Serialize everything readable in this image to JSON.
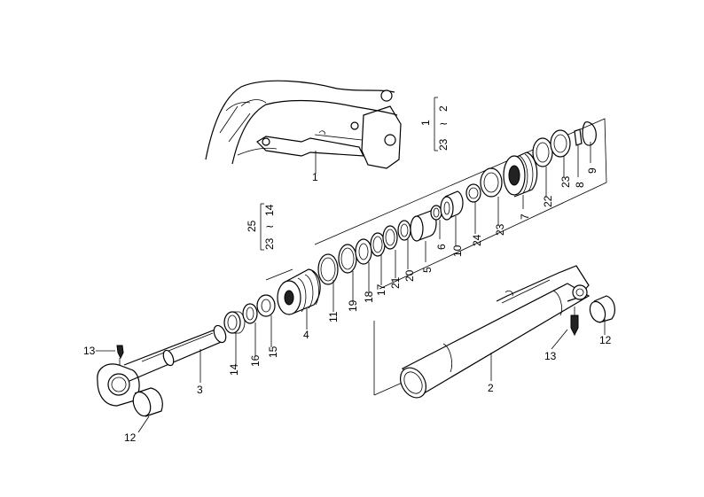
{
  "labels": {
    "p1": "1",
    "p2": "2",
    "p3": "3",
    "p4": "4",
    "p5": "5",
    "p6": "6",
    "p7": "7",
    "p8": "8",
    "p9": "9",
    "p10": "10",
    "p11": "11",
    "p12a": "12",
    "p12b": "12",
    "p13a": "13",
    "p13b": "13",
    "p14": "14",
    "p15": "15",
    "p16": "16",
    "p17": "17",
    "p18": "18",
    "p19": "19",
    "p20": "20",
    "p21": "21",
    "p22": "22",
    "p23a": "23",
    "p23b": "23",
    "p24": "24"
  },
  "callout_1": {
    "main": "1",
    "top": "2",
    "tilde": "≀",
    "bottom": "23"
  },
  "callout_25": {
    "main": "25",
    "top": "14",
    "tilde": "≀",
    "bottom": "23"
  }
}
